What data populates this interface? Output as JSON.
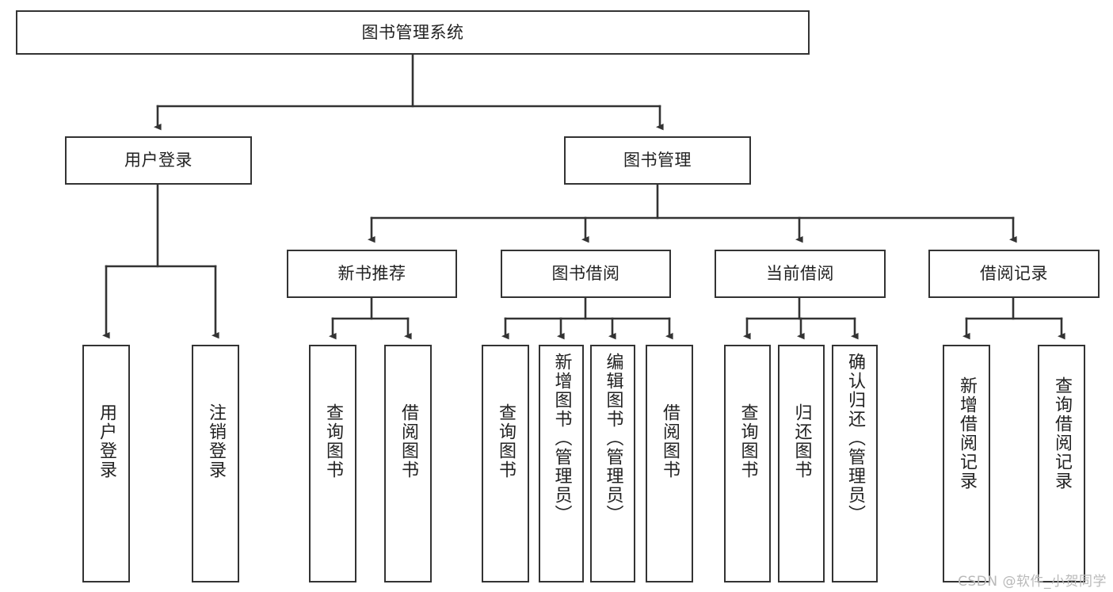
{
  "diagram": {
    "type": "tree",
    "title": "图书管理系统",
    "watermark": "CSDN @软件_小贺同学",
    "colors": {
      "box_border": "#333333",
      "box_fill": "#ffffff",
      "connector": "#333333",
      "text": "#222222",
      "watermark": "#b9b9b9",
      "background": "#ffffff"
    },
    "nodes": {
      "root": {
        "label": "图书管理系统",
        "level": 1
      },
      "user_login": {
        "label": "用户登录",
        "level": 2
      },
      "book_manage": {
        "label": "图书管理",
        "level": 2
      },
      "new_book_rec": {
        "label": "新书推荐",
        "level": 3
      },
      "book_borrow": {
        "label": "图书借阅",
        "level": 3
      },
      "current_borrow": {
        "label": "当前借阅",
        "level": 3
      },
      "borrow_record": {
        "label": "借阅记录",
        "level": 3
      },
      "leaf_user_login": {
        "label": "用户登录",
        "level": 4
      },
      "leaf_logout": {
        "label": "注销登录",
        "level": 4
      },
      "leaf_query_book_1": {
        "label": "查询图书",
        "level": 4
      },
      "leaf_borrow_book_1": {
        "label": "借阅图书",
        "level": 4
      },
      "leaf_query_book_2": {
        "label": "查询图书",
        "level": 4
      },
      "leaf_add_book": {
        "label": "新增图书（管理员）",
        "level": 4
      },
      "leaf_edit_book": {
        "label": "编辑图书（管理员）",
        "level": 4
      },
      "leaf_borrow_book_2": {
        "label": "借阅图书",
        "level": 4
      },
      "leaf_query_book_3": {
        "label": "查询图书",
        "level": 4
      },
      "leaf_return_book": {
        "label": "归还图书",
        "level": 4
      },
      "leaf_confirm_return": {
        "label": "确认归还（管理员）",
        "level": 4
      },
      "leaf_add_record": {
        "label": "新增借阅记录",
        "level": 4
      },
      "leaf_query_record": {
        "label": "查询借阅记录",
        "level": 4
      }
    },
    "edges": [
      {
        "from": "root",
        "to": "user_login"
      },
      {
        "from": "root",
        "to": "book_manage"
      },
      {
        "from": "user_login",
        "to": "leaf_user_login"
      },
      {
        "from": "user_login",
        "to": "leaf_logout"
      },
      {
        "from": "book_manage",
        "to": "new_book_rec"
      },
      {
        "from": "book_manage",
        "to": "book_borrow"
      },
      {
        "from": "book_manage",
        "to": "current_borrow"
      },
      {
        "from": "book_manage",
        "to": "borrow_record"
      },
      {
        "from": "new_book_rec",
        "to": "leaf_query_book_1"
      },
      {
        "from": "new_book_rec",
        "to": "leaf_borrow_book_1"
      },
      {
        "from": "book_borrow",
        "to": "leaf_query_book_2"
      },
      {
        "from": "book_borrow",
        "to": "leaf_add_book"
      },
      {
        "from": "book_borrow",
        "to": "leaf_edit_book"
      },
      {
        "from": "book_borrow",
        "to": "leaf_borrow_book_2"
      },
      {
        "from": "current_borrow",
        "to": "leaf_query_book_3"
      },
      {
        "from": "current_borrow",
        "to": "leaf_return_book"
      },
      {
        "from": "current_borrow",
        "to": "leaf_confirm_return"
      },
      {
        "from": "borrow_record",
        "to": "leaf_add_record"
      },
      {
        "from": "borrow_record",
        "to": "leaf_query_record"
      }
    ]
  }
}
